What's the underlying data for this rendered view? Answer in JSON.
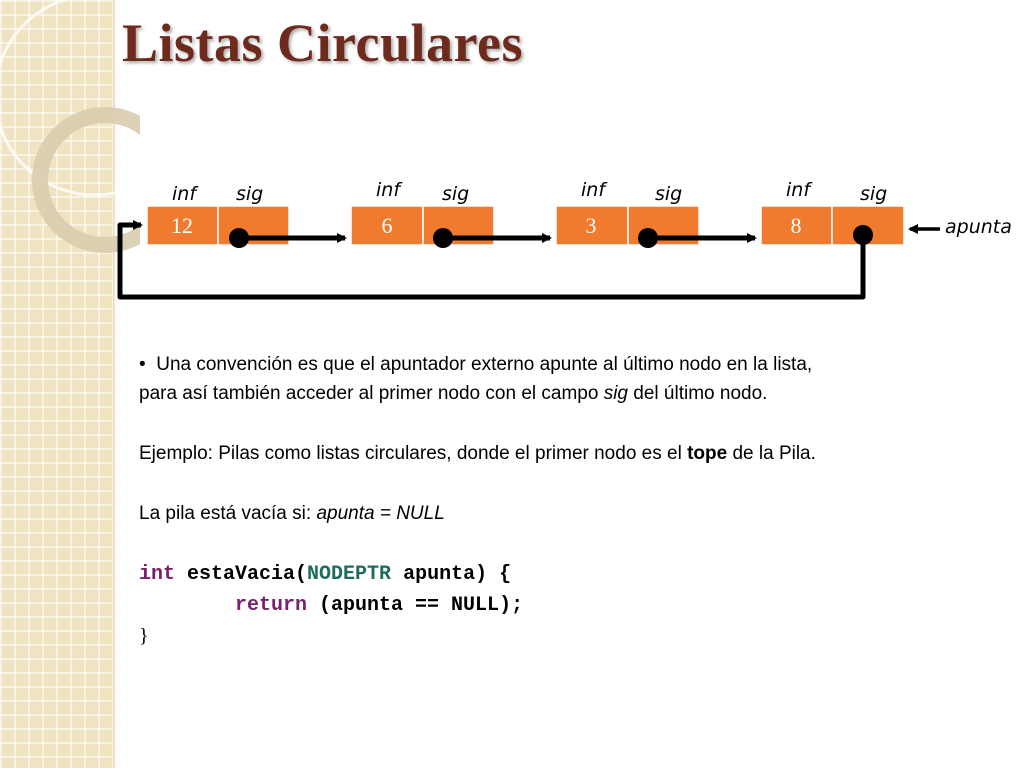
{
  "slide": {
    "title": "Listas Circulares"
  },
  "diagram": {
    "field_labels": {
      "inf": "inf",
      "sig": "sig"
    },
    "nodes": [
      {
        "value": "12"
      },
      {
        "value": "6"
      },
      {
        "value": "3"
      },
      {
        "value": "8"
      }
    ],
    "pointer_label": "apunta",
    "colors": {
      "node_fill": "#f07a2e",
      "node_border": "#ffffff",
      "arrow": "#000000"
    }
  },
  "text": {
    "bullet": "•",
    "p1_part1": "Una convención es que el apuntador externo apunte al último nodo en la lista,",
    "p1_part2": "para así también acceder al primer nodo con el campo ",
    "p1_italic": "sig",
    "p1_part3": " del último nodo.",
    "p2_part1": "Ejemplo: Pilas como listas circulares, donde el primer nodo es el ",
    "p2_bold": "tope",
    "p2_part2": " de la Pila.",
    "p3_part1": "La pila está vacía si: ",
    "p3_italic": "apunta = NULL"
  },
  "code": {
    "line1_kw": "int",
    "line1_fn": " estaVacia(",
    "line1_type": "NODEPTR",
    "line1_rest": " apunta) {",
    "line2_indent": "        ",
    "line2_kw": "return",
    "line2_rest": " (apunta == NULL);",
    "line3": "}"
  }
}
